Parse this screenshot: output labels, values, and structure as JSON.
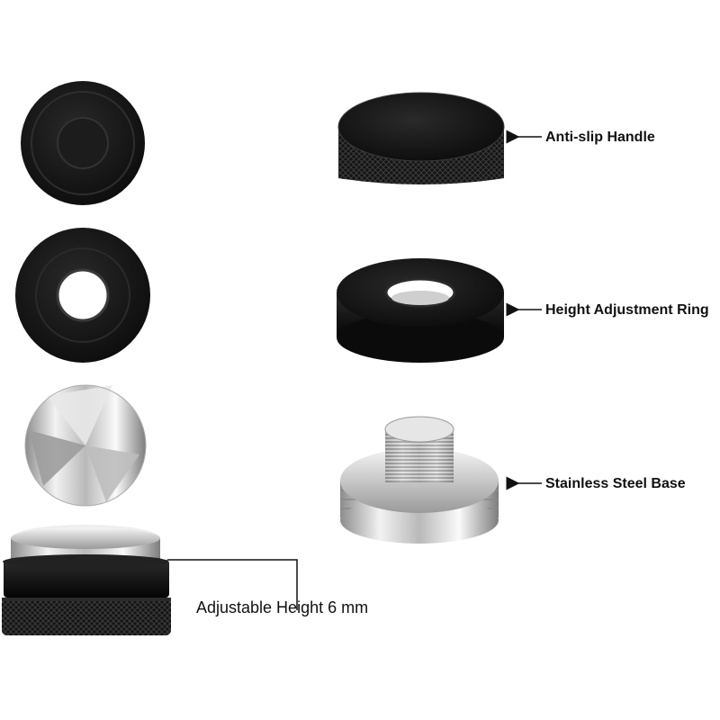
{
  "callouts": {
    "handle": "Anti-slip Handle",
    "ring": "Height Adjustment Ring",
    "base": "Stainless Steel Base",
    "height": "Adjustable Height 6 mm"
  },
  "colors": {
    "background": "#ffffff",
    "black_anodized": "#1a1a1a",
    "steel": "#c8c8c8",
    "text": "#111111"
  }
}
